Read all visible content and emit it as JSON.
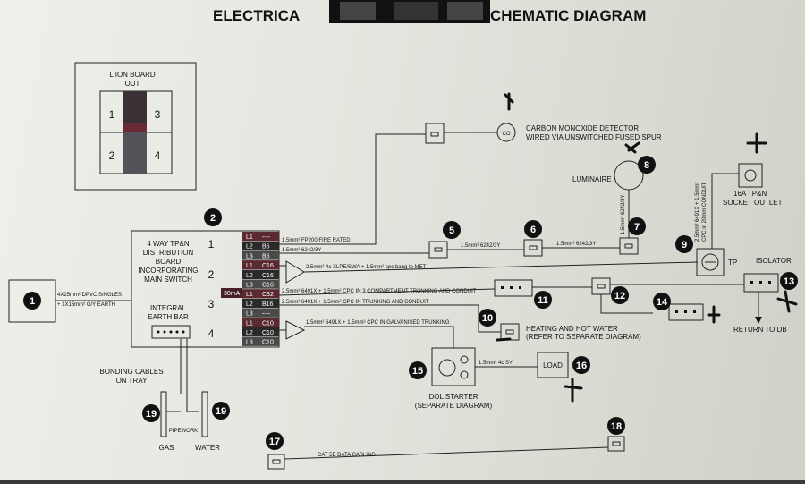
{
  "title": {
    "left": "ELECTRICA",
    "right": "CHEMATIC DIAGRAM"
  },
  "junction_board": {
    "title_line1": "L ION BOARD",
    "title_line2": "OUT",
    "cells": [
      "1",
      "3",
      "2",
      "4"
    ]
  },
  "distribution_board": {
    "label_lines": [
      "4 WAY TP&N",
      "DISTRIBUTION",
      "BOARD",
      "INCORPORATING",
      "MAIN SWITCH"
    ],
    "earth_bar_lines": [
      "INTEGRAL",
      "EARTH BAR"
    ],
    "ways": [
      "1",
      "2",
      "3",
      "4"
    ],
    "rcd_label": "30mA"
  },
  "breakers": [
    {
      "phase": "L1",
      "rating": "----"
    },
    {
      "phase": "L2",
      "rating": "B6"
    },
    {
      "phase": "L3",
      "rating": "B6"
    },
    {
      "phase": "L1",
      "rating": "C16"
    },
    {
      "phase": "L2",
      "rating": "C16"
    },
    {
      "phase": "L3",
      "rating": "C16"
    },
    {
      "phase": "L1",
      "rating": "C32"
    },
    {
      "phase": "L2",
      "rating": "B16"
    },
    {
      "phase": "L3",
      "rating": "----"
    },
    {
      "phase": "L1",
      "rating": "C10"
    },
    {
      "phase": "L2",
      "rating": "C10"
    },
    {
      "phase": "L3",
      "rating": "C10"
    }
  ],
  "supply": {
    "line1": "4X25mm² DPVC SINGLES",
    "line2": "+ 1X16mm² G/Y EARTH"
  },
  "cables": {
    "fire": "1.5mm² FP200 FIRE RATED",
    "way1": "1.5mm² 6242/3Y",
    "seg5_6": "1.5mm² 6242/3Y",
    "seg6_7": "1.5mm² 6242/3Y",
    "lum_drop": "1.5mm² 6242/3Y",
    "way2": "2.5mm² 4c XLPE/SWA + 1.5mm² cpc bang to MET",
    "way3a": "2.5mm² 6491X + 1.5mm² CPC IN 3 COMPARTMENT TRUNKING AND CONDUIT",
    "way3b": "2.5mm² 6491X + 1.5mm² CPC IN TRUNKING AND CONDUIT",
    "way4": "1.5mm² 6491X + 1.5mm² CPC IN GALVANISED TRUNKING",
    "iso_vert1": "2.5mm² 6491X + 1.5mm²",
    "iso_vert2": "CPC in 20mm CONDUIT",
    "motor": "1.5mm² 4c SY",
    "data": "CAT 5E DATA CABLING"
  },
  "labels": {
    "co_detector1": "CARBON MONOXIDE DETECTOR",
    "co_detector2": "WIRED VIA UNSWITCHED FUSED SPUR",
    "co_symbol": "CO",
    "luminaire": "LUMINAIRE",
    "socket16a_1": "16A TP&N",
    "socket16a_2": "SOCKET OUTLET",
    "tp": "TP",
    "isolator": "ISOLATOR",
    "return": "RETURN TO DB",
    "heating1": "HEATING AND HOT WATER",
    "heating2": "(REFER TO SEPARATE DIAGRAM)",
    "load": "LOAD",
    "dol1": "DOL STARTER",
    "dol2": "(SEPARATE DIAGRAM)",
    "bonding1": "BONDING CABLES",
    "bonding2": "ON TRAY",
    "pipework": "PIPEWORK",
    "gas": "GAS",
    "water": "WATER"
  },
  "markers": [
    "1",
    "2",
    "5",
    "6",
    "7",
    "8",
    "9",
    "10",
    "11",
    "12",
    "13",
    "14",
    "15",
    "16",
    "17",
    "18",
    "19",
    "19"
  ]
}
